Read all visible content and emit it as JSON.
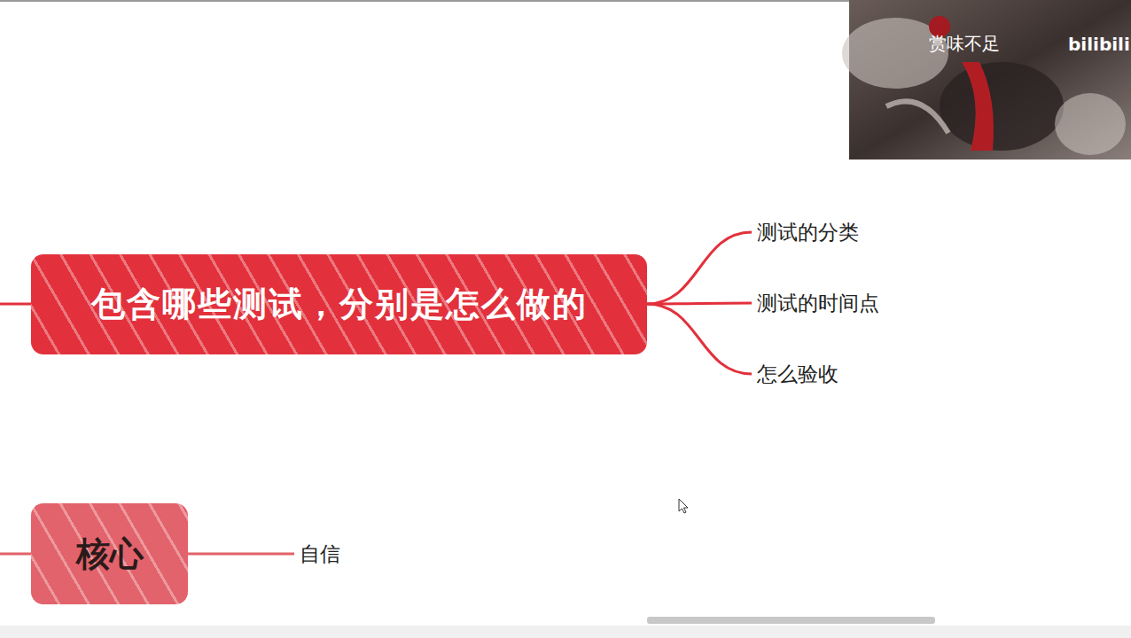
{
  "diagram": {
    "nodes": [
      {
        "text": [
          "包含哪些测试，分别是怎么做的"
        ]
      },
      {
        "text": [
          "测试的分类"
        ]
      },
      {
        "text": [
          "测试的时间点"
        ]
      },
      {
        "text": [
          "怎么验收"
        ]
      },
      {
        "text": [
          "核心"
        ]
      },
      {
        "text": [
          "自信"
        ]
      }
    ],
    "edges": [
      {
        "from": 0,
        "to": 1,
        "arrow": "none"
      },
      {
        "from": 0,
        "to": 2,
        "arrow": "none"
      },
      {
        "from": 0,
        "to": 3,
        "arrow": "none"
      },
      {
        "from": 4,
        "to": 5,
        "arrow": "none"
      }
    ],
    "labels": [
      "赏味不足",
      "bilibili"
    ]
  }
}
